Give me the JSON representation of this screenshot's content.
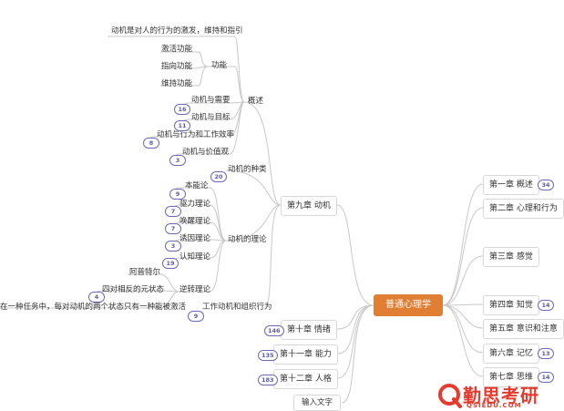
{
  "root": "普通心理学",
  "right_chapters": [
    "第一章 概述",
    "第二章 心理和行为",
    "第三章 感觉",
    "第四章 知觉",
    "第五章 意识和注意",
    "第六章 记忆",
    "第七章 思维"
  ],
  "right_badges": [
    "34",
    "14",
    "13",
    "14"
  ],
  "left_chapters": [
    "第九章 动机",
    "第十章 情绪",
    "第十一章 能力",
    "第十二章 人格"
  ],
  "left_badges": [
    "146",
    "135",
    "183"
  ],
  "input_placeholder": "输入文字",
  "ch9": {
    "overview": "概述",
    "definition": "动机是对人的行为的激发，维持和指引",
    "function": "功能",
    "function_items": [
      "激活功能",
      "指向功能",
      "维持功能"
    ],
    "relations": [
      "动机与需要",
      "动机与目标",
      "动机与行为和工作效率",
      "动机与价值观"
    ],
    "relation_badges": [
      "16",
      "11",
      "8",
      "3"
    ],
    "types": "动机的种类",
    "types_badge": "20",
    "theory": "动机的理论",
    "theory_items": [
      "本能论",
      "驱力理论",
      "唤醒理论",
      "诱因理论",
      "认知理论"
    ],
    "theory_badges": [
      "9",
      "7",
      "7",
      "3",
      "19"
    ],
    "reversal": "逆转理论",
    "reversal_items": [
      "阿普特尔",
      "四对相反的元状态",
      "在一种任务中，每对动机的两个状态只有一种能被激活"
    ],
    "reversal_badge": "4",
    "work": "工作动机和组织行为",
    "work_badge": "9"
  },
  "watermark": {
    "cn": "勤思考研",
    "en": "QSIEDU.COM"
  },
  "colors": {
    "root": "#e07e33",
    "badge": "#6a6ab8",
    "line": "#c8c8c8",
    "watermark": "#e63a2e"
  }
}
